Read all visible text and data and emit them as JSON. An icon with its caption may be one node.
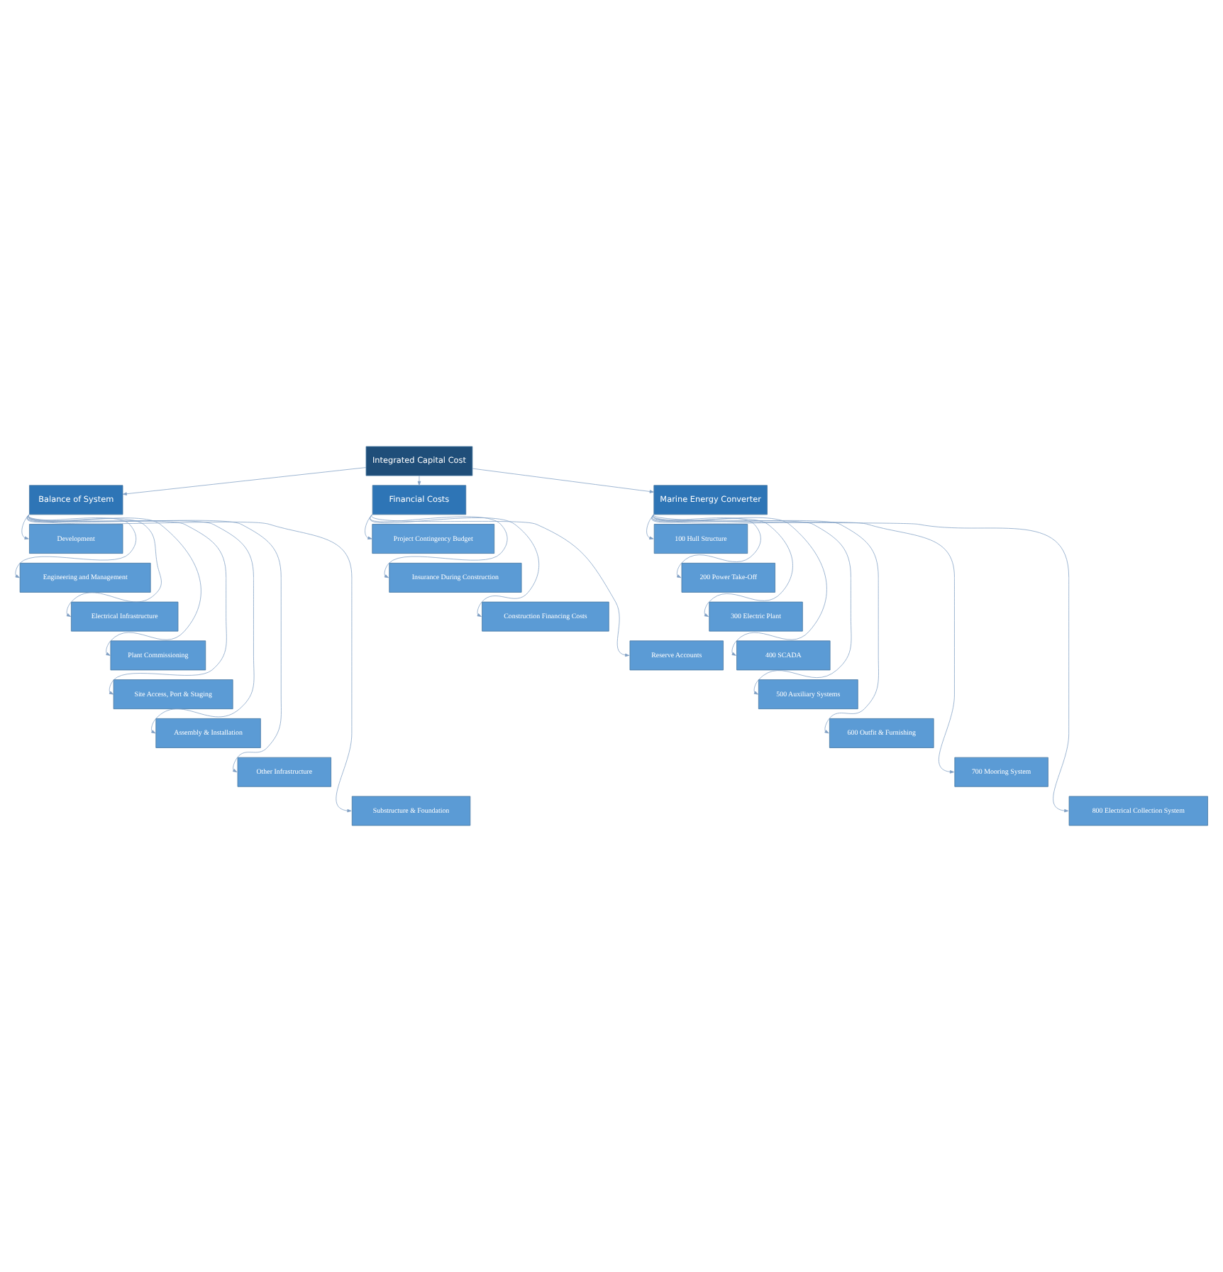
{
  "diagram": {
    "nodes": [
      {
        "text": [
          "Integrated Capital Cost"
        ]
      },
      {
        "text": [
          "Balance of System"
        ]
      },
      {
        "text": [
          "Financial Costs"
        ]
      },
      {
        "text": [
          "Marine Energy Converter"
        ]
      },
      {
        "text": [
          "Development"
        ]
      },
      {
        "text": [
          "Engineering and Management"
        ]
      },
      {
        "text": [
          "Electrical Infrastructure"
        ]
      },
      {
        "text": [
          "Plant Commissioning"
        ]
      },
      {
        "text": [
          "Site Access, Port & Staging"
        ]
      },
      {
        "text": [
          "Assembly & Installation"
        ]
      },
      {
        "text": [
          "Other Infrastructure"
        ]
      },
      {
        "text": [
          "Substructure & Foundation"
        ]
      },
      {
        "text": [
          "Project Contingency Budget"
        ]
      },
      {
        "text": [
          "Insurance During Construction"
        ]
      },
      {
        "text": [
          "Construction Financing Costs"
        ]
      },
      {
        "text": [
          "Reserve Accounts"
        ]
      },
      {
        "text": [
          "100 Hull Structure"
        ]
      },
      {
        "text": [
          "200 Power Take-Off"
        ]
      },
      {
        "text": [
          "300 Electric Plant"
        ]
      },
      {
        "text": [
          "400 SCADA"
        ]
      },
      {
        "text": [
          "500 Auxiliary Systems"
        ]
      },
      {
        "text": [
          "600 Outfit & Furnishing"
        ]
      },
      {
        "text": [
          "700 Mooring System"
        ]
      },
      {
        "text": [
          "800 Electrical Collection System"
        ]
      }
    ],
    "edges": [
      {
        "from": 0,
        "to": 1,
        "arrow": "to"
      },
      {
        "from": 0,
        "to": 2,
        "arrow": "to"
      },
      {
        "from": 0,
        "to": 3,
        "arrow": "to"
      },
      {
        "from": 1,
        "to": 4,
        "arrow": "to"
      },
      {
        "from": 1,
        "to": 5,
        "arrow": "to"
      },
      {
        "from": 1,
        "to": 6,
        "arrow": "to"
      },
      {
        "from": 1,
        "to": 7,
        "arrow": "to"
      },
      {
        "from": 1,
        "to": 8,
        "arrow": "to"
      },
      {
        "from": 1,
        "to": 9,
        "arrow": "to"
      },
      {
        "from": 1,
        "to": 10,
        "arrow": "to"
      },
      {
        "from": 1,
        "to": 11,
        "arrow": "to"
      },
      {
        "from": 2,
        "to": 12,
        "arrow": "to"
      },
      {
        "from": 2,
        "to": 13,
        "arrow": "to"
      },
      {
        "from": 2,
        "to": 14,
        "arrow": "to"
      },
      {
        "from": 2,
        "to": 15,
        "arrow": "to"
      },
      {
        "from": 3,
        "to": 16,
        "arrow": "to"
      },
      {
        "from": 3,
        "to": 17,
        "arrow": "to"
      },
      {
        "from": 3,
        "to": 18,
        "arrow": "to"
      },
      {
        "from": 3,
        "to": 19,
        "arrow": "to"
      },
      {
        "from": 3,
        "to": 20,
        "arrow": "to"
      },
      {
        "from": 3,
        "to": 21,
        "arrow": "to"
      },
      {
        "from": 3,
        "to": 22,
        "arrow": "to"
      },
      {
        "from": 3,
        "to": 23,
        "arrow": "to"
      }
    ]
  }
}
